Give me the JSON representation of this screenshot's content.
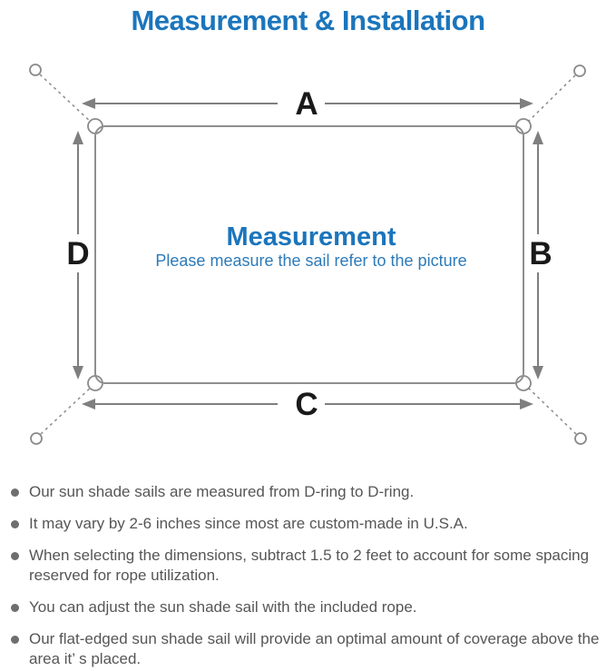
{
  "page_title": "Measurement & Installation",
  "diagram": {
    "center": {
      "title": "Measurement",
      "subtitle": "Please measure the sail refer to the picture"
    },
    "dimension_labels": {
      "top": "A",
      "right": "B",
      "bottom": "C",
      "left": "D"
    },
    "colors": {
      "accent_blue": "#1b75bc",
      "diagram_line_gray": "#8a8a8a",
      "label_black": "#1a1a1a",
      "note_text_gray": "#565656"
    }
  },
  "notes": {
    "items": [
      {
        "text": "Our sun shade sails are measured from D-ring to D-ring."
      },
      {
        "text": "It may vary by 2-6 inches since most are custom-made in U.S.A."
      },
      {
        "text": "When selecting the dimensions, subtract 1.5 to 2 feet to account for some spacing reserved for rope utilization."
      },
      {
        "text": "You can adjust the sun shade sail with the included rope."
      },
      {
        "text": "Our flat-edged sun shade sail will provide an optimal amount of coverage above the area it’ s placed."
      }
    ]
  }
}
